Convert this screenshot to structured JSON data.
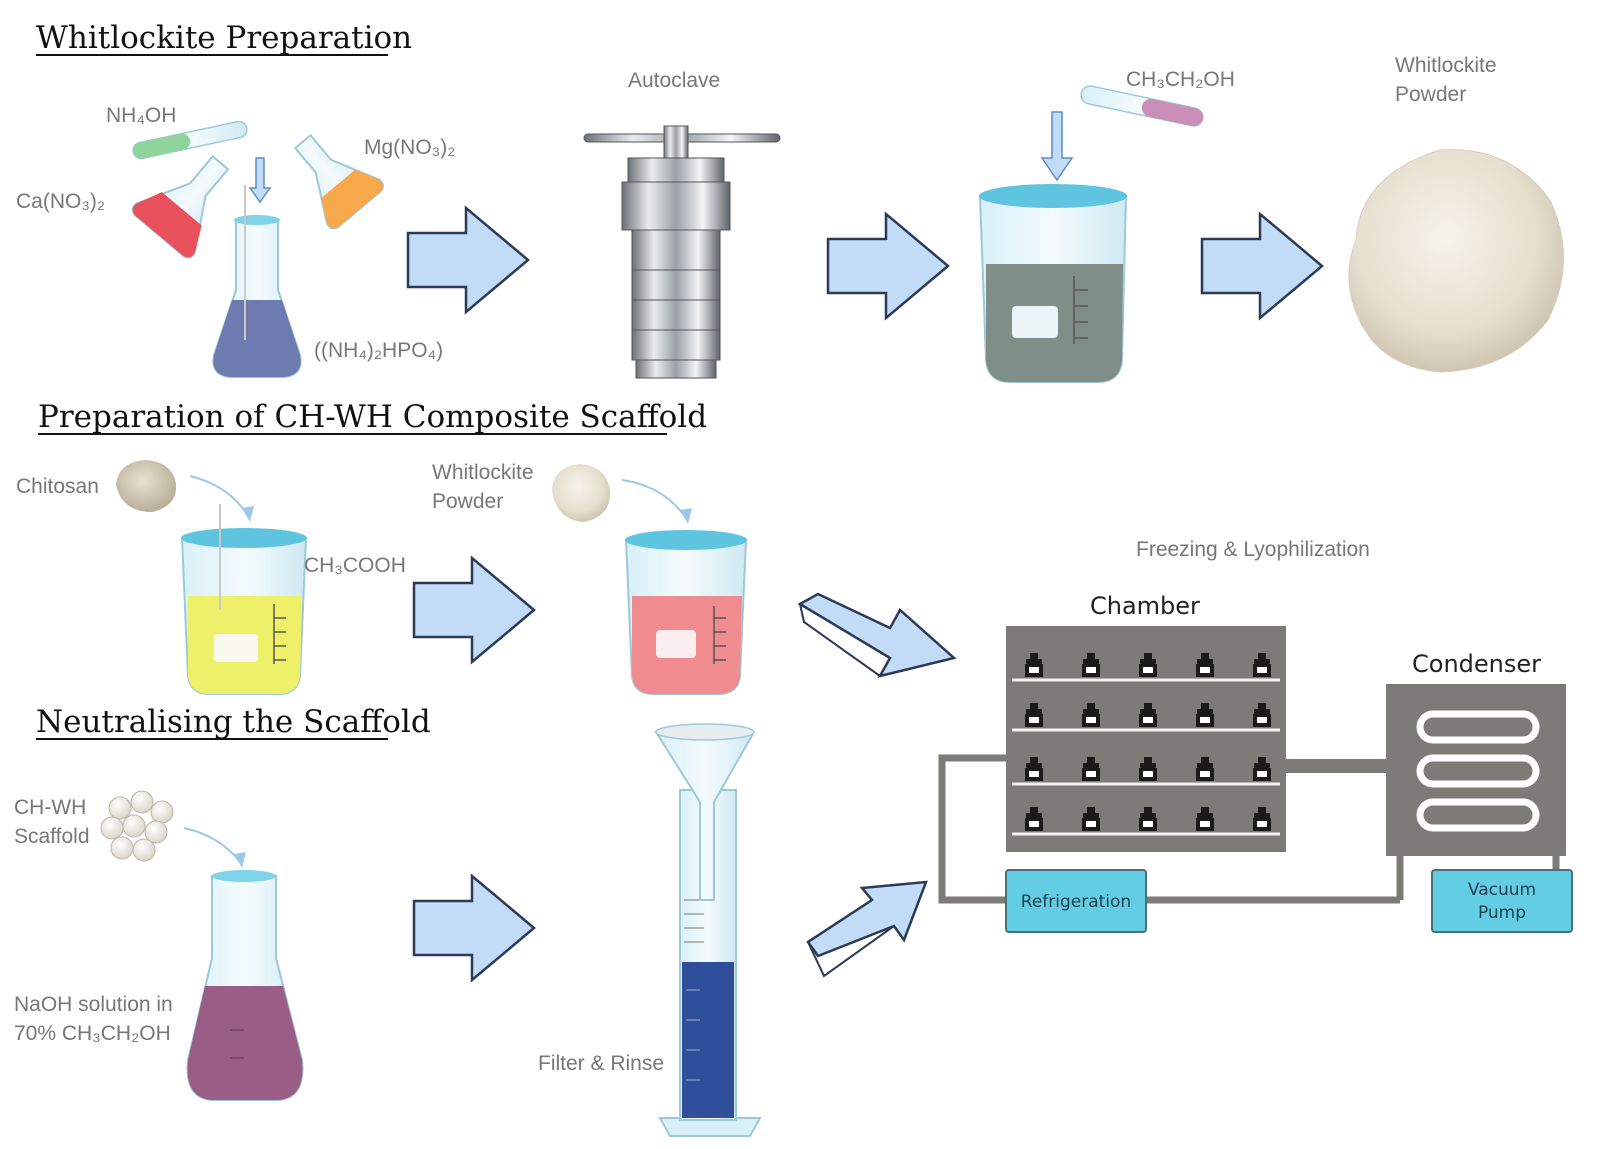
{
  "sections": {
    "whitlockite_preparation": "Whitlockite Preparation",
    "composite_scaffold": "Preparation of CH-WH Composite Scaffold",
    "neutralising": "Neutralising the Scaffold"
  },
  "reagents": {
    "nh4oh": "NH₄OH",
    "mg_no3": "Mg(NO₃)₂",
    "ca_no3": "Ca(NO₃)₂",
    "nh4_hpo4": "((NH₄)₂HPO₄)",
    "ethanol": "CH₃CH₂OH",
    "chitosan": "Chitosan",
    "acetic_acid": "CH₃COOH",
    "whitlockite_powder_line1": "Whitlockite",
    "whitlockite_powder_line2": "Powder",
    "scaffold_line1": "CH-WH",
    "scaffold_line2": "Scaffold",
    "naoh_line1": "NaOH solution in",
    "naoh_line2": "70% CH₃CH₂OH"
  },
  "steps": {
    "autoclave": "Autoclave",
    "freezing": "Freezing & Lyophilization",
    "filter_rinse": "Filter & Rinse"
  },
  "lyophilizer": {
    "chamber": "Chamber",
    "condenser": "Condenser",
    "refrigeration": "Refrigeration",
    "vacuum_line1": "Vacuum",
    "vacuum_line2": "Pump"
  },
  "colors": {
    "arrow_fill": "#c2dcf7",
    "arrow_stroke": "#2b3a55",
    "ammonium_phosphate": "#6e7bb0",
    "calcium_nitrate": "#e8505b",
    "magnesium_nitrate": "#f6a84a",
    "ammonium_hydroxide": "#8fd49a",
    "ethanol": "#c98fb8",
    "whitlockite_suspension": "#7f8f87",
    "chitosan_solution": "#eef06a",
    "composite_solution": "#f08b8f",
    "naoh_solution": "#9a5d86",
    "rinse_liquid": "#2f4f9a",
    "chamber_gray": "#7c7b78",
    "control_cyan": "#63cde3",
    "powder": "#e9e3d6"
  },
  "icons": [
    "flask-icon",
    "test-tube-icon",
    "autoclave-icon",
    "beaker-icon",
    "powder-icon",
    "vial-icon",
    "graduated-cylinder-icon",
    "funnel-icon",
    "condenser-coil-icon",
    "process-arrow-icon"
  ]
}
